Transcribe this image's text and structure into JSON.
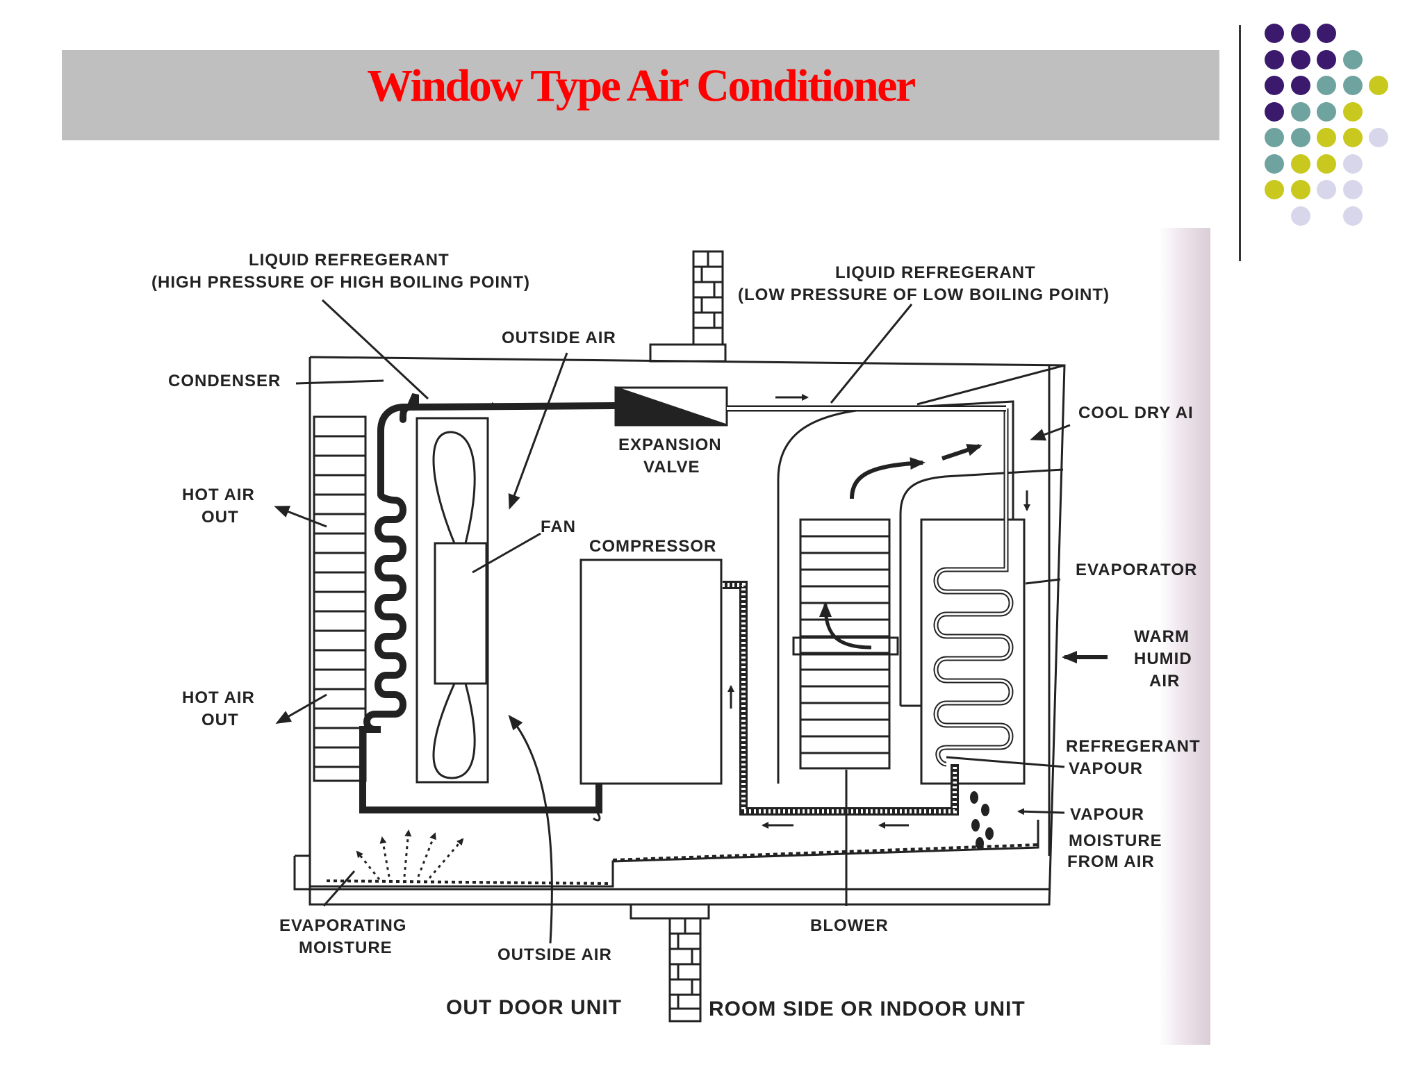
{
  "title": "Window Type Air Conditioner",
  "colors": {
    "title_text": "#ff0000",
    "title_bar": "#bfbfbf",
    "dot_purple": "#3b1a6e",
    "dot_teal": "#6fa3a0",
    "dot_olive": "#c8c81e",
    "dot_lavender": "#d8d6ea"
  },
  "labels": {
    "liquid_high_1": "LIQUID REFREGERANT",
    "liquid_high_2": "(HIGH PRESSURE OF HIGH BOILING POINT)",
    "liquid_low_1": "LIQUID REFREGERANT",
    "liquid_low_2": "(LOW PRESSURE OF LOW BOILING POINT)",
    "outside_air_top": "OUTSIDE AIR",
    "condenser": "CONDENSER",
    "expansion_1": "EXPANSION",
    "expansion_2": "VALVE",
    "cool_dry": "COOL DRY AI",
    "hot_air_1a": "HOT AIR",
    "hot_air_1b": "OUT",
    "fan": "FAN",
    "compressor": "COMPRESSOR",
    "evaporator": "EVAPORATOR",
    "warm_1": "WARM",
    "warm_2": "HUMID",
    "warm_3": "AIR",
    "hot_air_2a": "HOT AIR",
    "hot_air_2b": "OUT",
    "refrig_vap_1": "REFREGERANT",
    "refrig_vap_2": "VAPOUR",
    "vapour": "VAPOUR",
    "moisture_1": "MOISTURE",
    "moisture_2": "FROM AIR",
    "evap_moist_1": "EVAPORATING",
    "evap_moist_2": "MOISTURE",
    "outside_air_bottom": "OUTSIDE AIR",
    "blower": "BLOWER",
    "outdoor_unit": "OUT DOOR UNIT",
    "indoor_unit": "ROOM SIDE OR INDOOR UNIT"
  }
}
